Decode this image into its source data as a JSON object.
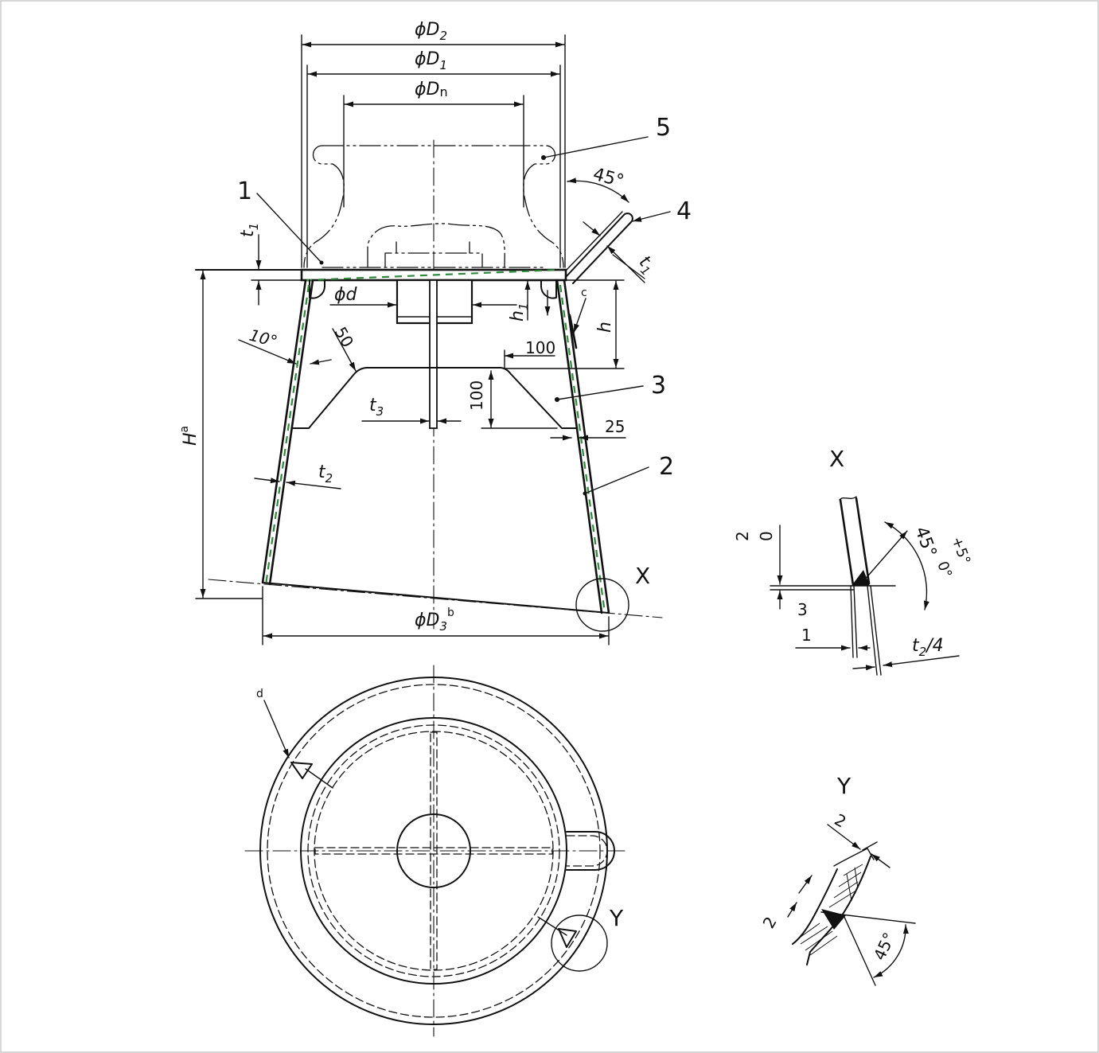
{
  "parts": {
    "n1": "1",
    "n2": "2",
    "n3": "3",
    "n4": "4",
    "n5": "5"
  },
  "dims": {
    "d2": "ϕD",
    "d2_sub": "2",
    "d1": "ϕD",
    "d1_sub": "1",
    "dn": "ϕD",
    "dn_sub": "n",
    "d3": "ϕD",
    "d3_sub": "3",
    "d3_sup": "b",
    "phi_d": "ϕd",
    "t1": "t",
    "t1_sub": "1",
    "t1b": "t",
    "t1b_sub": "1",
    "h1": "h",
    "h1_sub": "1",
    "h": "h",
    "H": "H",
    "H_sup": "a",
    "t2": "t",
    "t2_sub": "2",
    "t3": "t",
    "t3_sub": "3",
    "angle45": "45°",
    "angle10": "10°",
    "r50": "50",
    "w100": "100",
    "h100": "100",
    "w25": "25",
    "note_c": "c",
    "note_d": "d"
  },
  "views": {
    "x_label": "X",
    "y_label": "Y"
  },
  "detail_x": {
    "title": "X",
    "v2": "2",
    "v0": "0",
    "angle": "45°",
    "tol_plus": "+5°",
    "tol_zero": "0°",
    "v3": "3",
    "v1": "1",
    "t2": "t",
    "t2_sub": "2",
    "t2_div": "/4"
  },
  "detail_y": {
    "title": "Y",
    "v2a": "2",
    "v2b": "2",
    "angle": "45°"
  },
  "colors": {
    "line": "#111111",
    "weld_hatch": "#2e8b3a",
    "frame": "#c8c8c8"
  }
}
